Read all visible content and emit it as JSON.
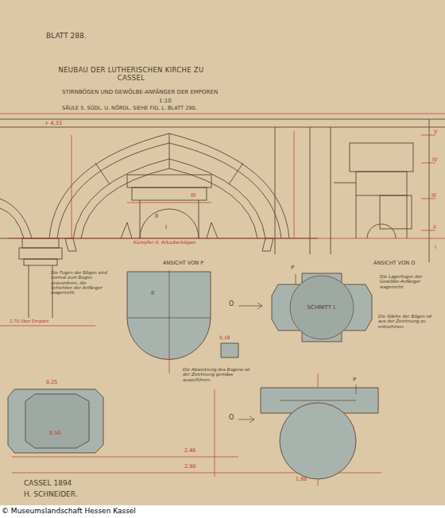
{
  "diagram": {
    "title": "NEUBAU DER LUTHERISCHEN KIRCHE ZU CASSEL",
    "nodes": [
      {
        "text": [
          "SCHNITT I."
        ]
      }
    ],
    "labels": [
      "BLATT 288.",
      "STIRNBÖGEN UND GEWÖLBE-ANFÄNGER DER EMPOREN",
      "1:10",
      "SÄULE 5. SÜDL. U. NÖRDL. SIEHE FIG. L. BLATT 290.",
      "+ 4,33",
      "ANSICHT VON P",
      "ANSICHT VON O",
      "CASSEL 1894",
      "H. SCHNEIDER.",
      "III",
      "II",
      "I",
      "V",
      "IV",
      "III",
      "II",
      "I",
      "II",
      "Kämpfer d. Arkadenbögen",
      "Die Fugen der Bögen sind normal zum Bogen anzuordnen, die Schichten der Anfänger wagerecht.",
      "Die Lagerfugen der Gewölbe-Anfänger wagerecht.",
      "Die Stärke der Bögen ist aus der Zeichnung zu entnehmen.",
      "Die Abwicklung des Bogens ist der Zeichnung gemäss auszuführen.",
      "0,50",
      "0,25",
      "2,46",
      "2,90",
      "1,88",
      "0,18",
      "P",
      "P",
      "O",
      "O",
      "2,70 über Empore",
      "© Museumslandschaft Hessen Kassel"
    ]
  }
}
